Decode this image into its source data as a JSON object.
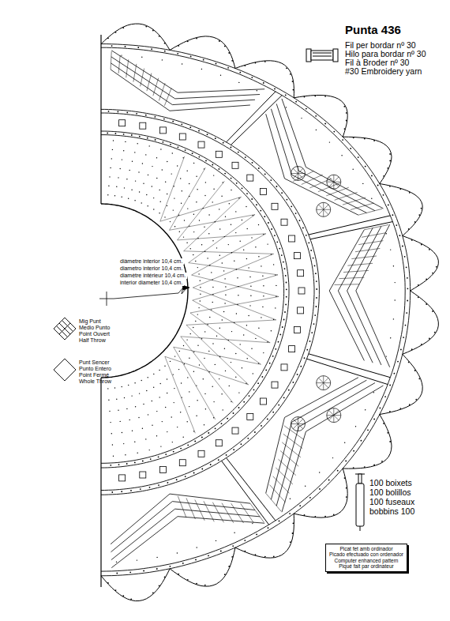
{
  "diagram": {
    "title": "Punta 436",
    "nodes": [
      {
        "text": [
          "Picat fet amb ordinador",
          "Picado efectuado con ordenador",
          "Computer enhanced pattern",
          "Piqué fait par ordinateur"
        ]
      }
    ],
    "labels": [
      "Fil per bordar nº 30",
      "Hilo para bordar nº 30",
      "Fil à Broder nº 30",
      "#30 Embroidery yarn",
      "diàmetre interior 10,4 cm.",
      "diametro interior 10,4 cm.",
      "diamètre intérieur 10,4 cm.",
      "interior diameter 10,4 cm.",
      "100 boixets",
      "100 bolillos",
      "100 fuseaux",
      "bobbins 100"
    ],
    "legend": [
      {
        "text": "Mig Punt"
      },
      {
        "text": "Medio Punto"
      },
      {
        "text": "Point Ouvert"
      },
      {
        "text": "Half Throw"
      },
      {
        "text": "Punt Sencer"
      },
      {
        "text": "Punto Entero"
      },
      {
        "text": "Point Fermé"
      },
      {
        "text": "Whole Throw"
      }
    ]
  }
}
